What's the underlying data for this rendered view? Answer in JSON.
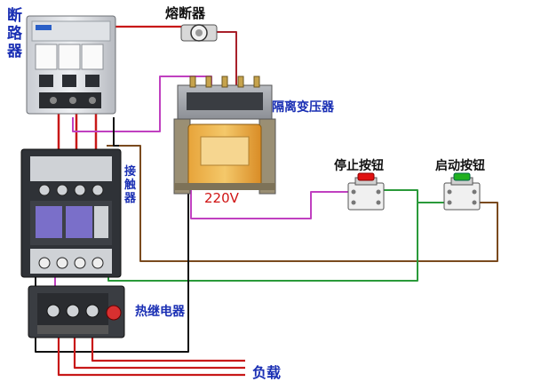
{
  "labels": {
    "breaker": "断路器",
    "fuse": "熔断器",
    "transformer": "隔离变压器",
    "stop_button": "停止按钮",
    "start_button": "启动按钮",
    "contactor": "接触器",
    "thermal_relay": "热继电器",
    "voltage": "220V",
    "load": "负载"
  },
  "colors": {
    "label_blue": "#1a2fb4",
    "voltage_red": "#d01414",
    "wire_red": "#c81818",
    "wire_magenta": "#c040c0",
    "wire_brown": "#7a4a1e",
    "wire_green": "#2a9a3a",
    "wire_black": "#111111",
    "button_red": "#e01010",
    "button_green": "#20b020"
  },
  "icons": [
    "circuit-breaker-icon",
    "fuse-icon",
    "isolation-transformer-icon",
    "stop-button-icon",
    "start-button-icon",
    "contactor-icon",
    "thermal-relay-icon"
  ]
}
